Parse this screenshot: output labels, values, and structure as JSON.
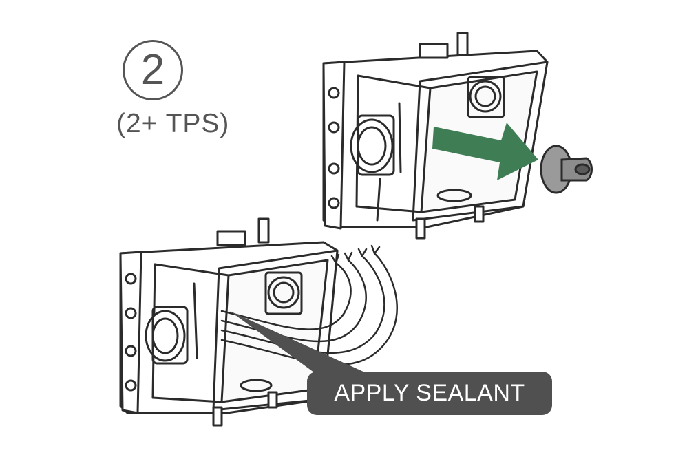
{
  "step": {
    "number": "2",
    "subtitle": "(2+ TPS)"
  },
  "callout": {
    "label": "APPLY SEALANT"
  },
  "colors": {
    "line": "#2b2b2b",
    "arrow": "#3f7d55",
    "callout": "#505050",
    "plug": "#9a9a9a",
    "text": "#555555"
  },
  "icons": [
    "remove-arrow-icon",
    "knockout-plug-icon",
    "wire-bundle-icon"
  ]
}
